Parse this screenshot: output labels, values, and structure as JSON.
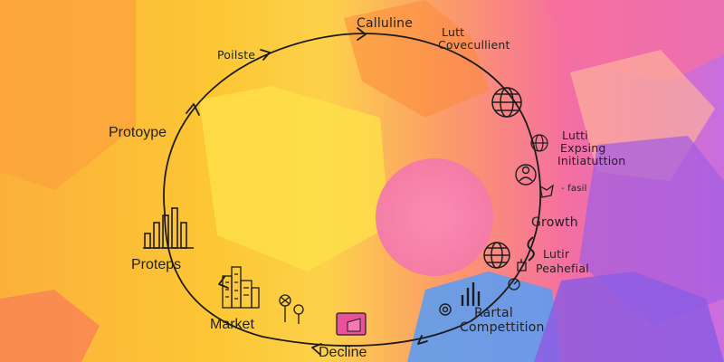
{
  "cycle": {
    "top_label": "Calluline",
    "top_left_label": "Poilste",
    "top_right_label_line1": "Lutt",
    "top_right_label_line2": "Covecullient",
    "left_label": "Protoype",
    "left_lower_label": "Proteps",
    "bottom_left_label": "Market",
    "bottom_label": "Decline",
    "bottom_right_label_line1": "Rartal",
    "bottom_right_label_line2": "Compettition",
    "right_upper_label_line1": "Lutti",
    "right_upper_label_line2": "Expsing",
    "right_upper_label_line3": "Initiatuttion",
    "right_small_label": "- fasil",
    "right_mid_label": "Growth",
    "right_lower_label_line1": "Lutir",
    "right_lower_label_line2": "Peahefial"
  },
  "icons": [
    "globe-icon",
    "globe-small-icon",
    "people-icon",
    "cursor-hand-icon",
    "globe-lower-icon",
    "tool-icon",
    "bar-chart-icon",
    "rising-bars-icon",
    "buildings-icon",
    "trees-icon",
    "folder-icon",
    "ring-icon",
    "s-curve-icon",
    "gauge-icon"
  ],
  "colors": {
    "line": "#1c1c1c",
    "orange": "#fba23a",
    "yellow": "#fdd33e",
    "pink": "#f46aa0",
    "purple": "#b866d8",
    "blue": "#5e9cf0",
    "folder": "#e8519b"
  }
}
